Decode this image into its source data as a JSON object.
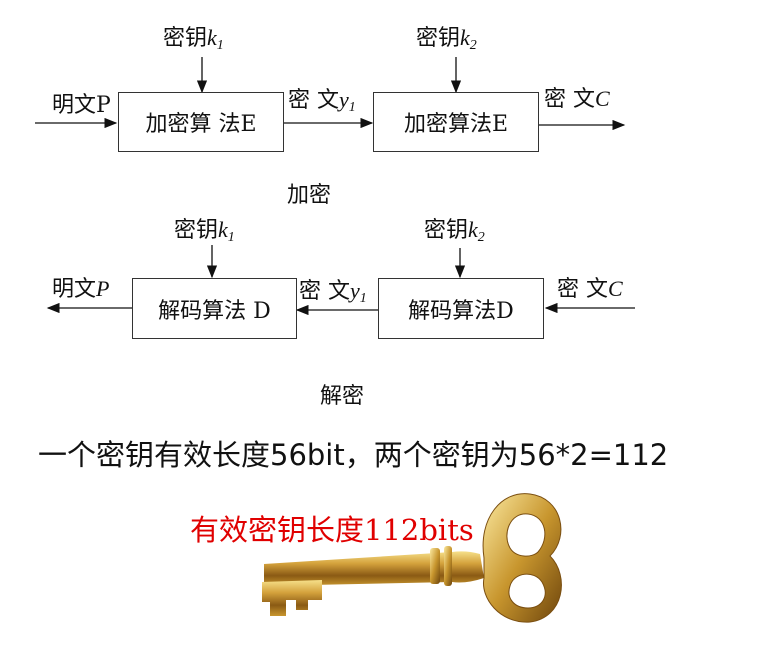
{
  "encryption": {
    "plaintext_label": "明文P",
    "key1_text": "密钥",
    "key1_var": "k",
    "key1_sub": "1",
    "key2_text": "密钥",
    "key2_var": "k",
    "key2_sub": "2",
    "box1": "加密算 法E",
    "box2": "加密算法E",
    "mid_text": "密 文",
    "mid_var": "y",
    "mid_sub": "1",
    "out_text": "密 文",
    "out_var": "C",
    "caption": "加密"
  },
  "decryption": {
    "key1_text": "密钥",
    "key1_var": "k",
    "key1_sub": "1",
    "key2_text": "密钥",
    "key2_var": "k",
    "key2_sub": "2",
    "box_left": "解码算法 D",
    "box_right": "解码算法D",
    "in_text": "密 文",
    "in_var": "C",
    "mid_text": "密 文",
    "mid_var": "y",
    "mid_sub": "1",
    "out_text": "明文",
    "out_var": "P",
    "caption": "解密"
  },
  "summary_text": "一个密钥有效长度56bit，两个密钥为56*2=112",
  "effective_text": "有效密钥长度112bits",
  "colors": {
    "highlight": "#e00000",
    "key_gold": "#c8962e"
  },
  "icons": {
    "key_image": "golden-skeleton-key"
  }
}
